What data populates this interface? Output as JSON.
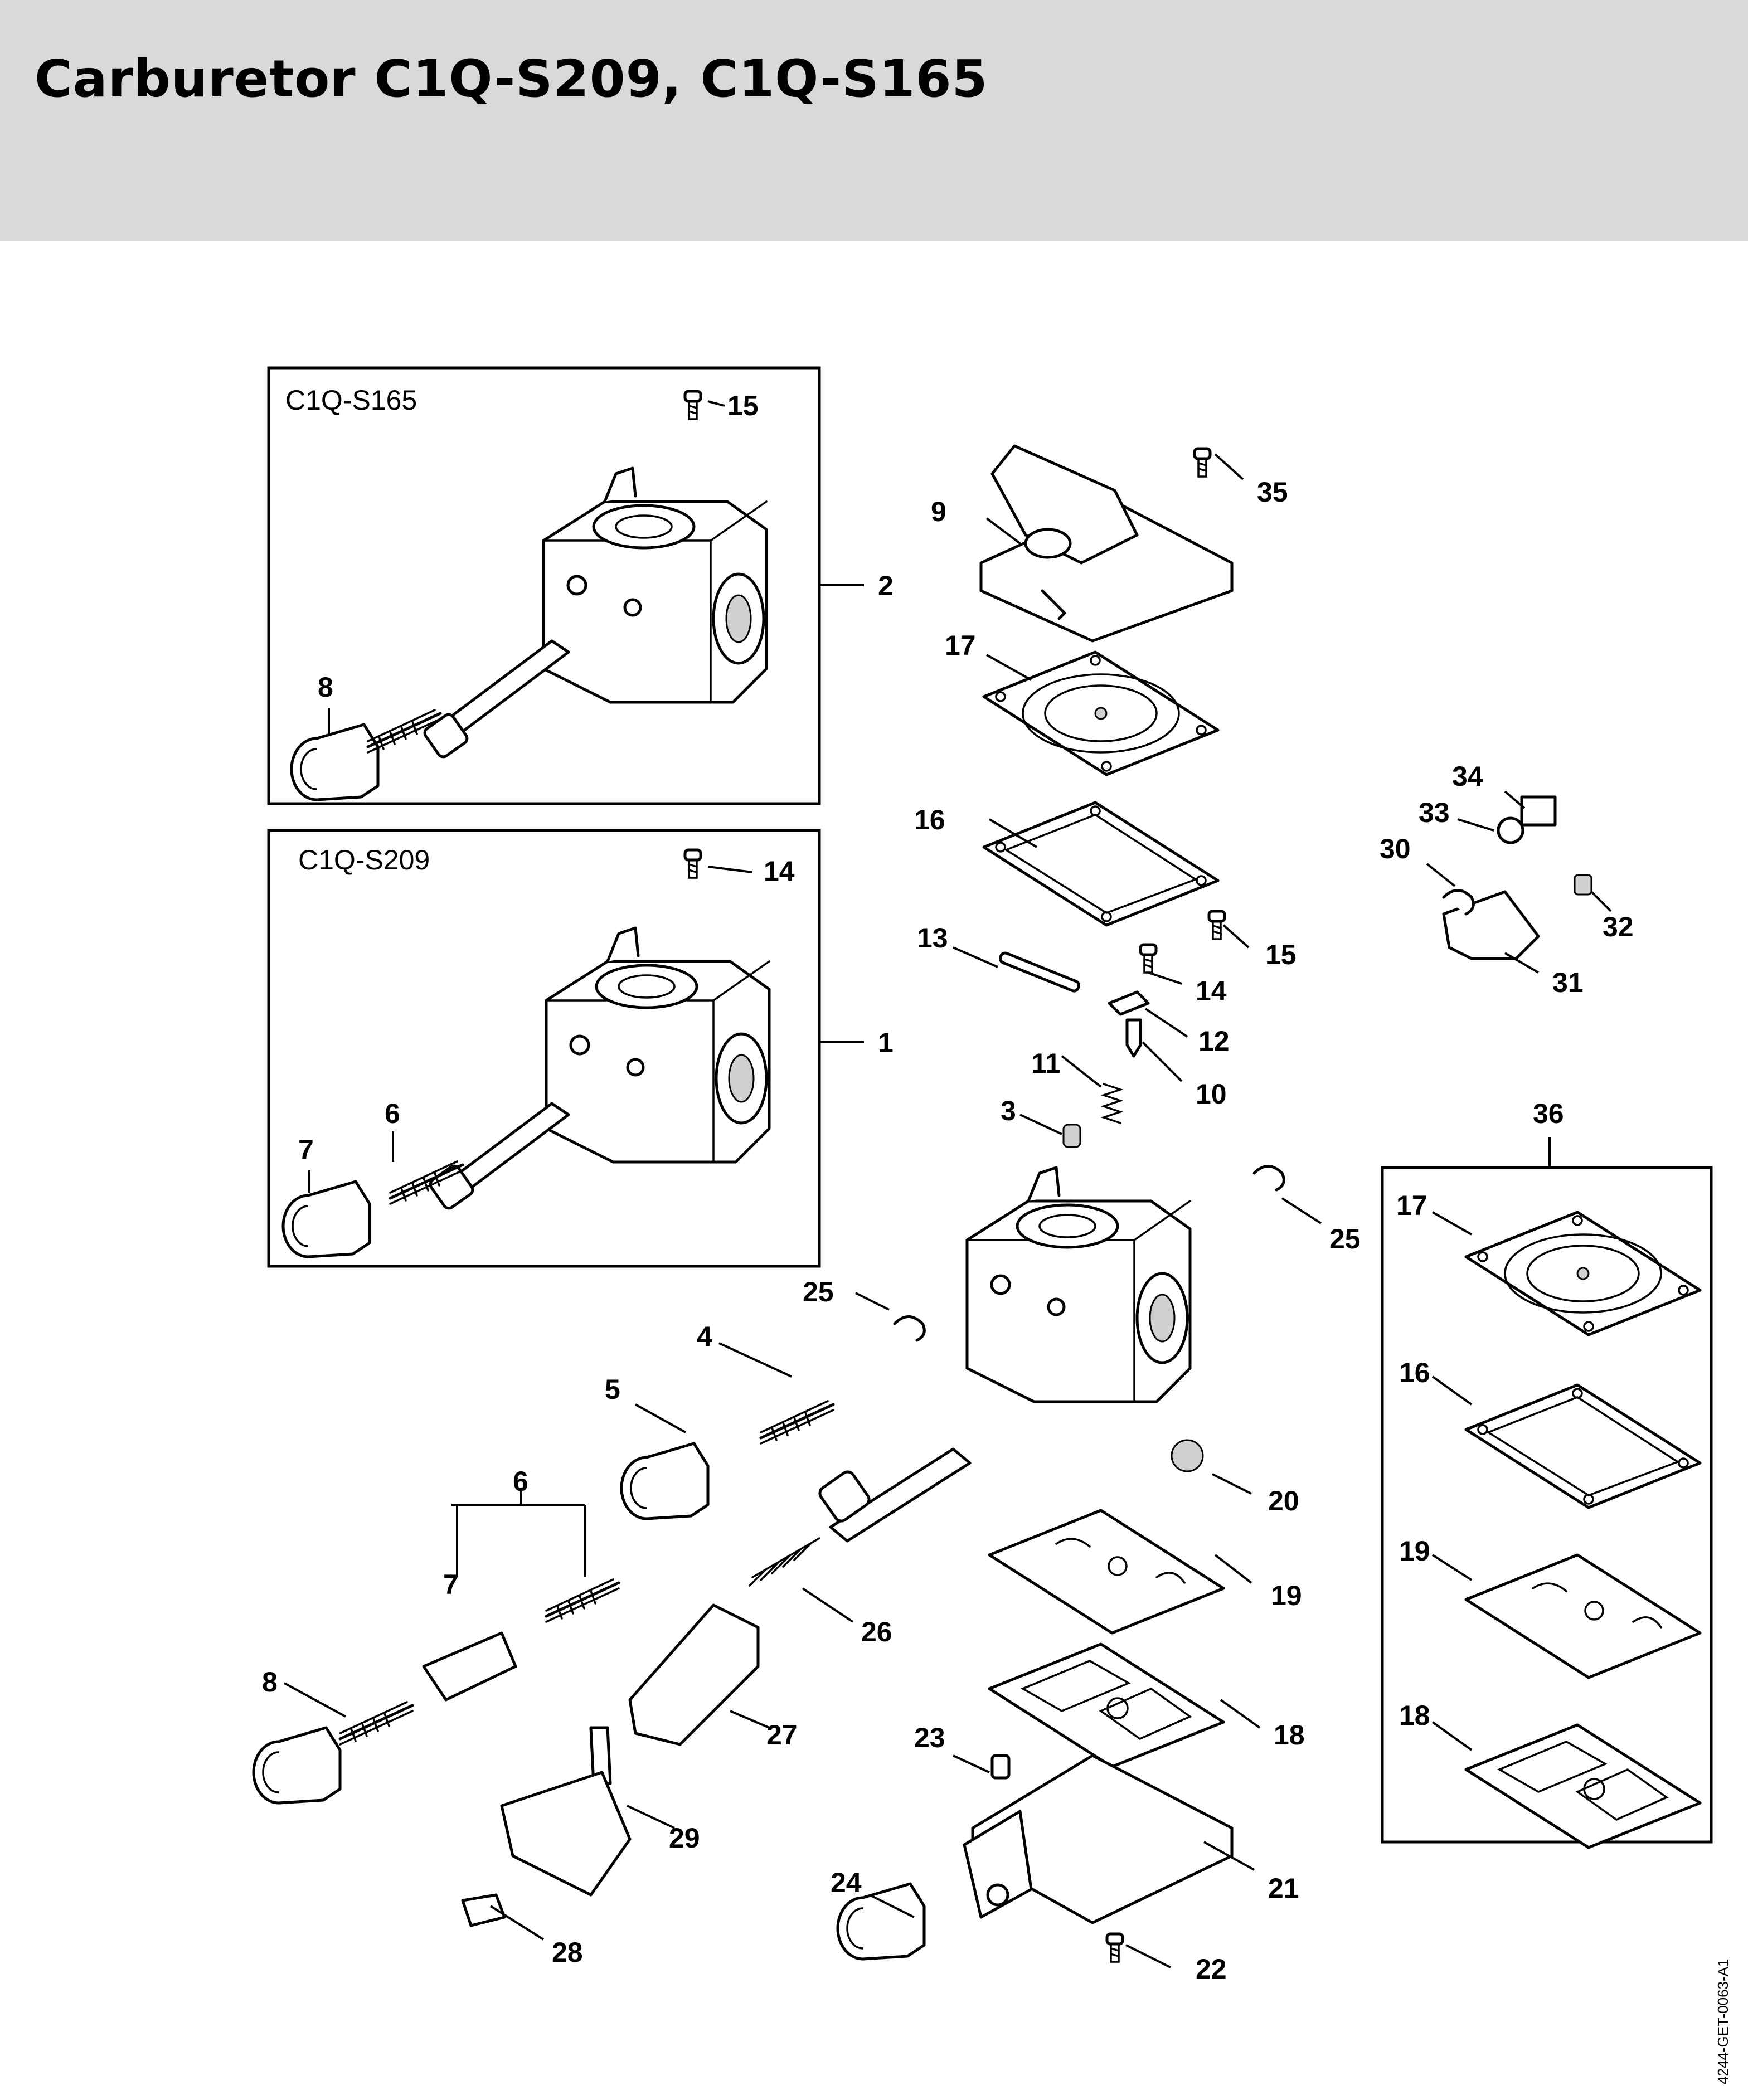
{
  "title": "Carburetor C1Q-S209, C1Q-S165",
  "document_id": "4244-GET-0063-A1",
  "inset_boxes": {
    "s165": {
      "label": "C1Q-S165"
    },
    "s209": {
      "label": "C1Q-S209"
    },
    "kit": {
      "label": "36"
    }
  },
  "callouts": {
    "n1": "1",
    "n2": "2",
    "n3": "3",
    "n4": "4",
    "n5": "5",
    "n6": "6",
    "n7": "7",
    "n8": "8",
    "n9": "9",
    "n10": "10",
    "n11": "11",
    "n12": "12",
    "n13": "13",
    "n14": "14",
    "n15": "15",
    "n16": "16",
    "n17": "17",
    "n18": "18",
    "n19": "19",
    "n20": "20",
    "n21": "21",
    "n22": "22",
    "n23": "23",
    "n24": "24",
    "n25": "25",
    "n26": "26",
    "n27": "27",
    "n28": "28",
    "n29": "29",
    "n30": "30",
    "n31": "31",
    "n32": "32",
    "n33": "33",
    "n34": "34",
    "n35": "35",
    "n36": "36"
  },
  "colors": {
    "header_background": "#d9d9d9",
    "line": "#000000",
    "background": "#ffffff"
  }
}
